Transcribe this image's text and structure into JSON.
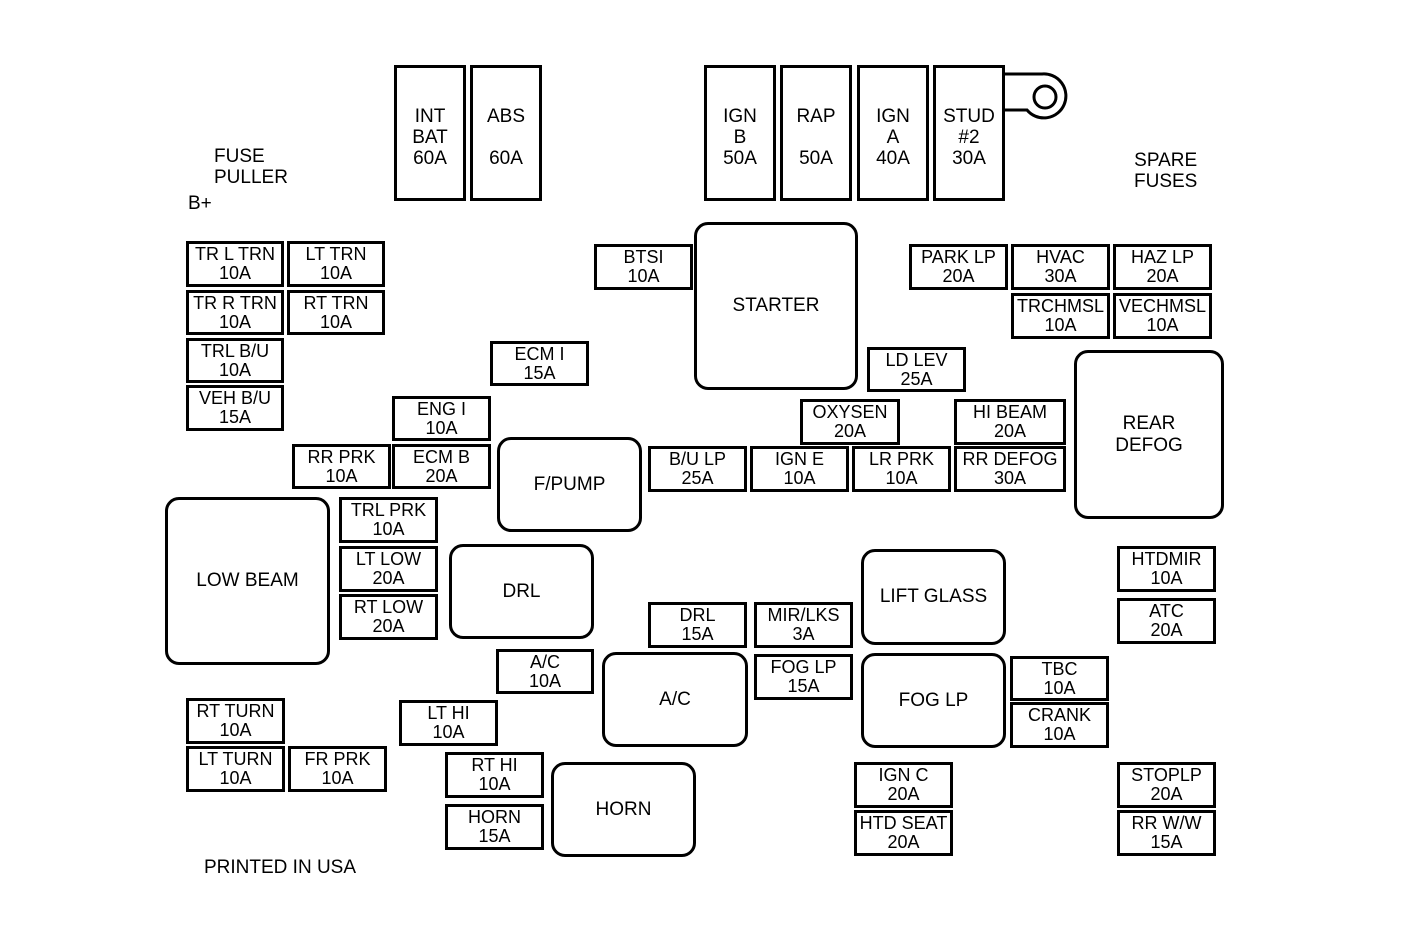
{
  "labels": {
    "fuse_puller": [
      "FUSE",
      "PULLER"
    ],
    "b_plus": "B+",
    "spare_fuses": [
      "SPARE",
      "FUSES"
    ],
    "printed": "PRINTED IN USA"
  },
  "maxi_fuses": [
    {
      "id": "int-bat",
      "lines": [
        "INT",
        "BAT",
        "60A"
      ]
    },
    {
      "id": "abs",
      "lines": [
        "ABS",
        "",
        "60A"
      ]
    },
    {
      "id": "ign-b",
      "lines": [
        "IGN",
        "B",
        "50A"
      ]
    },
    {
      "id": "rap",
      "lines": [
        "RAP",
        "",
        "50A"
      ]
    },
    {
      "id": "ign-a",
      "lines": [
        "IGN",
        "A",
        "40A"
      ]
    },
    {
      "id": "stud-2",
      "lines": [
        "STUD",
        "#2",
        "30A"
      ]
    }
  ],
  "relays": [
    {
      "id": "starter",
      "lines": [
        "STARTER"
      ]
    },
    {
      "id": "rear-defog",
      "lines": [
        "REAR",
        "DEFOG"
      ]
    },
    {
      "id": "f-pump",
      "lines": [
        "F/PUMP"
      ]
    },
    {
      "id": "low-beam",
      "lines": [
        "LOW BEAM"
      ]
    },
    {
      "id": "drl",
      "lines": [
        "DRL"
      ]
    },
    {
      "id": "lift-glass",
      "lines": [
        "LIFT GLASS"
      ]
    },
    {
      "id": "a-c",
      "lines": [
        "A/C"
      ]
    },
    {
      "id": "fog-lp",
      "lines": [
        "FOG LP"
      ]
    },
    {
      "id": "horn",
      "lines": [
        "HORN"
      ]
    }
  ],
  "fuses": [
    {
      "id": "tr-l-trn",
      "lines": [
        "TR L TRN",
        "10A"
      ]
    },
    {
      "id": "lt-trn",
      "lines": [
        "LT TRN",
        "10A"
      ]
    },
    {
      "id": "tr-r-trn",
      "lines": [
        "TR R TRN",
        "10A"
      ]
    },
    {
      "id": "rt-trn",
      "lines": [
        "RT TRN",
        "10A"
      ]
    },
    {
      "id": "trl-b-u",
      "lines": [
        "TRL B/U",
        "10A"
      ]
    },
    {
      "id": "veh-b-u",
      "lines": [
        "VEH B/U",
        "15A"
      ]
    },
    {
      "id": "btsi",
      "lines": [
        "BTSI",
        "10A"
      ]
    },
    {
      "id": "park-lp",
      "lines": [
        "PARK LP",
        "20A"
      ]
    },
    {
      "id": "hvac",
      "lines": [
        "HVAC",
        "30A"
      ]
    },
    {
      "id": "haz-lp",
      "lines": [
        "HAZ LP",
        "20A"
      ]
    },
    {
      "id": "trchmsl",
      "lines": [
        "TRCHMSL",
        "10A"
      ]
    },
    {
      "id": "vechmsl",
      "lines": [
        "VECHMSL",
        "10A"
      ]
    },
    {
      "id": "ecm-i",
      "lines": [
        "ECM I",
        "15A"
      ]
    },
    {
      "id": "ld-lev",
      "lines": [
        "LD LEV",
        "25A"
      ]
    },
    {
      "id": "eng-i",
      "lines": [
        "ENG I",
        "10A"
      ]
    },
    {
      "id": "oxysen",
      "lines": [
        "OXYSEN",
        "20A"
      ]
    },
    {
      "id": "hi-beam",
      "lines": [
        "HI BEAM",
        "20A"
      ]
    },
    {
      "id": "rr-prk",
      "lines": [
        "RR PRK",
        "10A"
      ]
    },
    {
      "id": "ecm-b",
      "lines": [
        "ECM B",
        "20A"
      ]
    },
    {
      "id": "b-u-lp",
      "lines": [
        "B/U LP",
        "25A"
      ]
    },
    {
      "id": "ign-e",
      "lines": [
        "IGN E",
        "10A"
      ]
    },
    {
      "id": "lr-prk",
      "lines": [
        "LR PRK",
        "10A"
      ]
    },
    {
      "id": "rr-defog",
      "lines": [
        "RR DEFOG",
        "30A"
      ]
    },
    {
      "id": "trl-prk",
      "lines": [
        "TRL PRK",
        "10A"
      ]
    },
    {
      "id": "lt-low",
      "lines": [
        "LT LOW",
        "20A"
      ]
    },
    {
      "id": "rt-low",
      "lines": [
        "RT LOW",
        "20A"
      ]
    },
    {
      "id": "htdmir",
      "lines": [
        "HTDMIR",
        "10A"
      ]
    },
    {
      "id": "atc",
      "lines": [
        "ATC",
        "20A"
      ]
    },
    {
      "id": "drl-fuse",
      "lines": [
        "DRL",
        "15A"
      ]
    },
    {
      "id": "mir-lks",
      "lines": [
        "MIR/LKS",
        "3A"
      ]
    },
    {
      "id": "a-c-fuse",
      "lines": [
        "A/C",
        "10A"
      ]
    },
    {
      "id": "fog-lp-fuse",
      "lines": [
        "FOG LP",
        "15A"
      ]
    },
    {
      "id": "tbc",
      "lines": [
        "TBC",
        "10A"
      ]
    },
    {
      "id": "crank",
      "lines": [
        "CRANK",
        "10A"
      ]
    },
    {
      "id": "rt-turn",
      "lines": [
        "RT TURN",
        "10A"
      ]
    },
    {
      "id": "lt-hi",
      "lines": [
        "LT HI",
        "10A"
      ]
    },
    {
      "id": "lt-turn",
      "lines": [
        "LT TURN",
        "10A"
      ]
    },
    {
      "id": "fr-prk",
      "lines": [
        "FR PRK",
        "10A"
      ]
    },
    {
      "id": "rt-hi",
      "lines": [
        "RT HI",
        "10A"
      ]
    },
    {
      "id": "ign-c",
      "lines": [
        "IGN C",
        "20A"
      ]
    },
    {
      "id": "stoplp",
      "lines": [
        "STOPLP",
        "20A"
      ]
    },
    {
      "id": "horn-fuse",
      "lines": [
        "HORN",
        "15A"
      ]
    },
    {
      "id": "htd-seat",
      "lines": [
        "HTD SEAT",
        "20A"
      ]
    },
    {
      "id": "rr-w-w",
      "lines": [
        "RR W/W",
        "15A"
      ]
    }
  ]
}
